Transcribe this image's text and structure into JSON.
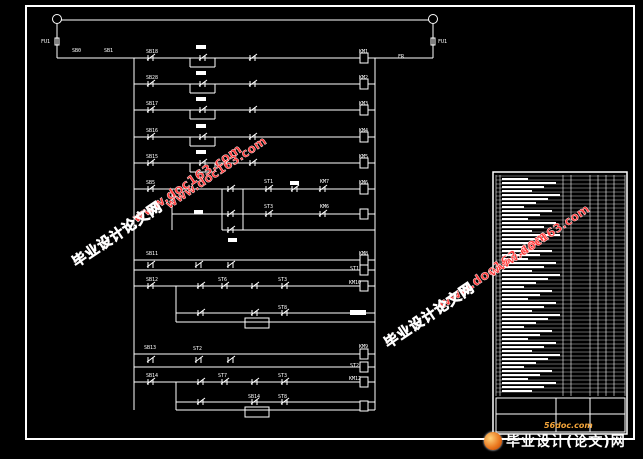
{
  "colors": {
    "background": "#000000",
    "lines": "#ffffff",
    "watermark": "#ff3030",
    "site_mark": "#f3a43a"
  },
  "labels": {
    "fu_left": "FU1",
    "fu_right": "FU1",
    "sb_stop": "SB0",
    "sb1": "SB1",
    "rows": [
      {
        "sb": "SB18",
        "km": "KM1"
      },
      {
        "sb": "SB28",
        "km": "KM2"
      },
      {
        "sb": "SB17",
        "km": "KM3"
      },
      {
        "sb": "SB16",
        "km": "KM4"
      },
      {
        "sb": "SB15",
        "km": "KM5"
      }
    ],
    "row6": {
      "sb": "SB5",
      "st1": "ST1",
      "km7": "KM7",
      "st3": "ST3",
      "km_a": "KM6",
      "km_b": "KM6"
    },
    "row9": {
      "sb": "SB11",
      "out": "KM8",
      "st": "ST1"
    },
    "row10": {
      "sb": "SB12",
      "st1": "ST6",
      "st2": "ST3",
      "out": "KM10"
    },
    "row11": {
      "st": "ST8"
    },
    "row13": {
      "sb": "SB13",
      "st": "ST2",
      "out": "KM9",
      "st2": "ST2"
    },
    "row14": {
      "sb": "SB14",
      "st1": "ST7",
      "st2": "ST3",
      "out": "KM12"
    },
    "row15": {
      "sb": "SB14",
      "st": "ST8"
    },
    "right_fr": "FR"
  },
  "watermarks": {
    "cn": "毕业设计论文网",
    "url": "www.doc163.com",
    "site": "56doc.com",
    "logo": "毕业设计(论文)网"
  }
}
